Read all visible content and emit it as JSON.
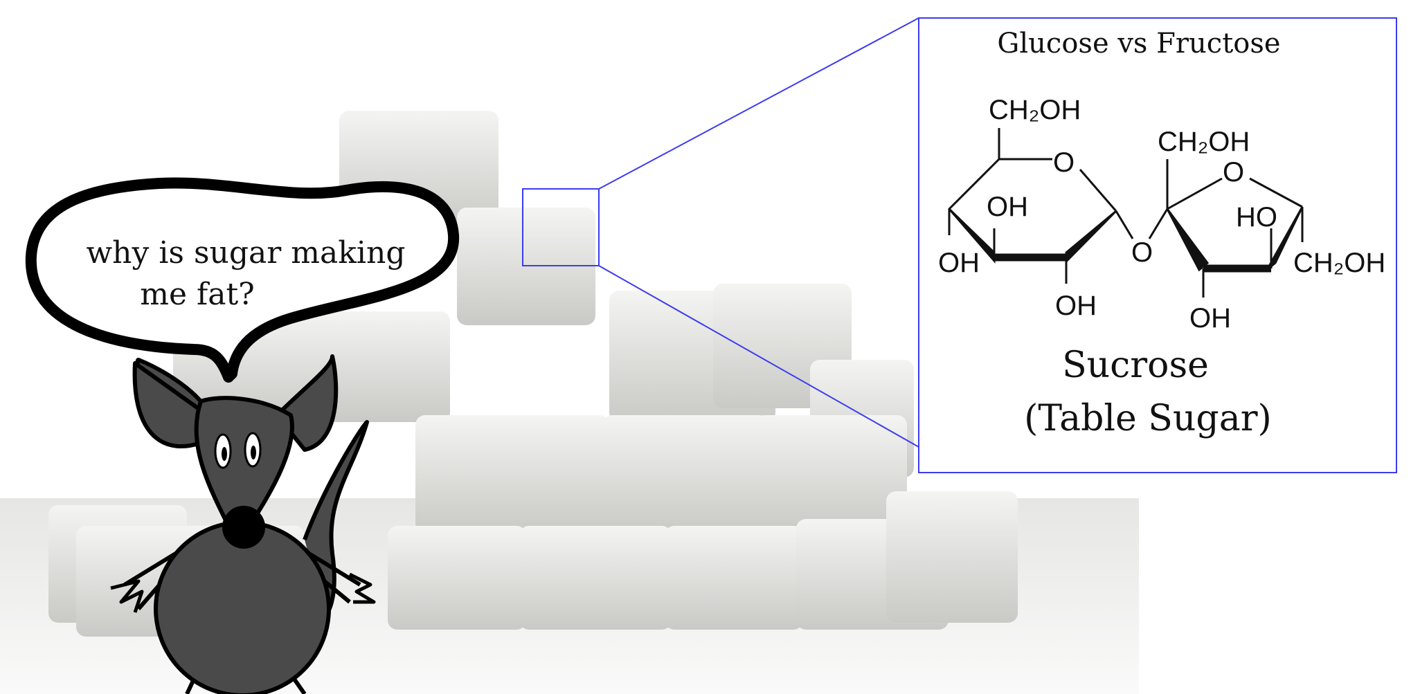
{
  "speech_bubble": {
    "line1": "why is sugar making",
    "line2": "me fat?"
  },
  "inset": {
    "title": "Glucose vs Fructose",
    "name": "Sucrose",
    "subtitle": "(Table Sugar)",
    "labels": {
      "glc_ch2oh": "CH₂OH",
      "glc_oh_inner": "OH",
      "glc_oh_left": "OH",
      "glc_oh_bottom": "OH",
      "glyco_o": "O",
      "glc_ring_o": "O",
      "fru_ring_o": "O",
      "fru_ch2oh_top": "CH₂OH",
      "fru_ho": "HO",
      "fru_ch2oh_right": "CH₂OH",
      "fru_oh_bottom": "OH"
    }
  },
  "colors": {
    "zoom_box": "#3b3bf0",
    "mouse": "#4a4a4a"
  }
}
